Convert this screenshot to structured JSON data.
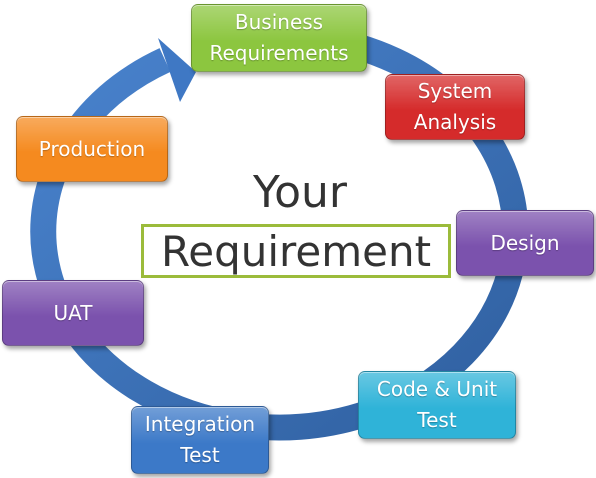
{
  "diagram": {
    "center": {
      "title": "Your",
      "subtitle": "Requirement",
      "border_color": "#9bbb3b"
    },
    "cycle_arrow": {
      "color": "#3b72bd",
      "direction": "clockwise"
    },
    "stages": [
      {
        "id": "business-requirements",
        "label": "Business\nRequirements",
        "color": "#8cc63f"
      },
      {
        "id": "system-analysis",
        "label": "System\nAnalysis",
        "color": "#d52b2b"
      },
      {
        "id": "design",
        "label": "Design",
        "color": "#7b52ad"
      },
      {
        "id": "code-unit-test",
        "label": "Code & Unit\nTest",
        "color": "#2fb3d8"
      },
      {
        "id": "integration-test",
        "label": "Integration\nTest",
        "color": "#3c79c8"
      },
      {
        "id": "uat",
        "label": "UAT",
        "color": "#7b52ad"
      },
      {
        "id": "production",
        "label": "Production",
        "color": "#f58a1f"
      }
    ]
  }
}
